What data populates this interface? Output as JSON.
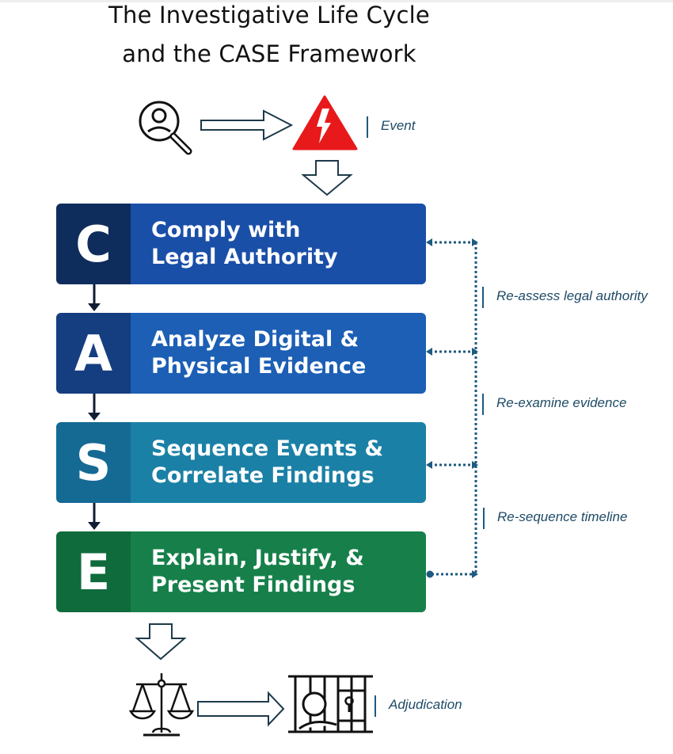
{
  "title": {
    "line1": "The Investigative Life Cycle",
    "line2": "and the CASE Framework"
  },
  "top_row": {
    "icons": [
      "investigator-search-icon",
      "right-arrow-icon",
      "warning-lightning-icon"
    ],
    "label": "Event"
  },
  "steps": [
    {
      "letter": "C",
      "line1": "Comply with",
      "line2": "Legal Authority",
      "letter_color": "#0f2d5c",
      "body_color": "#1a4fa8"
    },
    {
      "letter": "A",
      "line1": "Analyze Digital &",
      "line2": "Physical Evidence",
      "letter_color": "#153e80",
      "body_color": "#1c5fb5"
    },
    {
      "letter": "S",
      "line1": "Sequence Events &",
      "line2": "Correlate Findings",
      "letter_color": "#156a94",
      "body_color": "#1b80a6"
    },
    {
      "letter": "E",
      "line1": "Explain, Justify, &",
      "line2": "Present Findings",
      "letter_color": "#0f6b3c",
      "body_color": "#17804a"
    }
  ],
  "feedback_loops": [
    {
      "label": "Re-assess legal authority"
    },
    {
      "label": "Re-examine evidence"
    },
    {
      "label": "Re-sequence timeline"
    }
  ],
  "bottom_row": {
    "icons": [
      "scales-of-justice-icon",
      "right-arrow-icon",
      "jail-cell-icon"
    ],
    "label": "Adjudication"
  },
  "colors": {
    "arrow_outline": "#1d3a4a",
    "loop": "#1d5a80",
    "warning": "#e8191b"
  }
}
